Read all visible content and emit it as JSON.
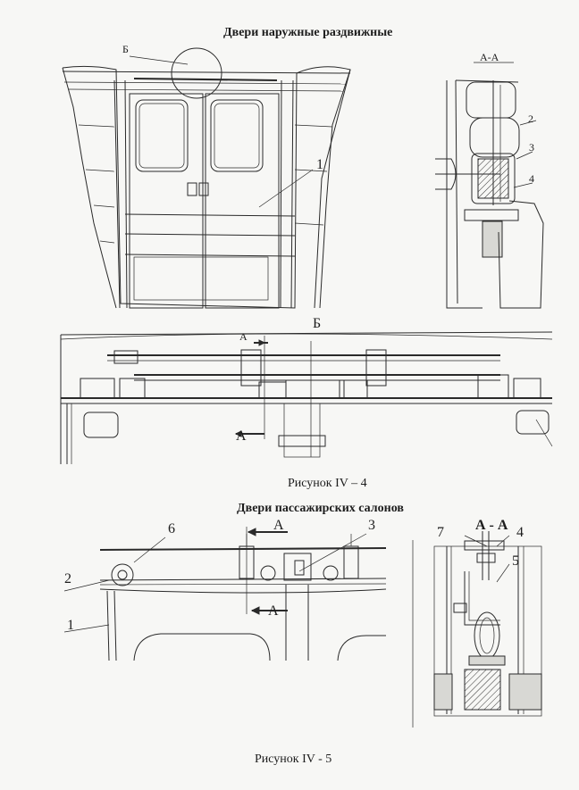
{
  "figure4": {
    "title": "Двери наружные раздвижные",
    "caption": "Рисунок  IV – 4",
    "section_label": "А-А",
    "view_label_top": "Б",
    "view_label_detail": "Б",
    "callouts": [
      "1",
      "2",
      "3",
      "4"
    ],
    "arrow_label": "А"
  },
  "figure5": {
    "title": "Двери пассажирских салонов",
    "caption": "Рисунок  IV - 5",
    "section_label": "А - А",
    "arrow_label": "А",
    "callouts_main": [
      "6",
      "2",
      "1",
      "3"
    ],
    "callouts_section": [
      "7",
      "4",
      "5"
    ]
  }
}
